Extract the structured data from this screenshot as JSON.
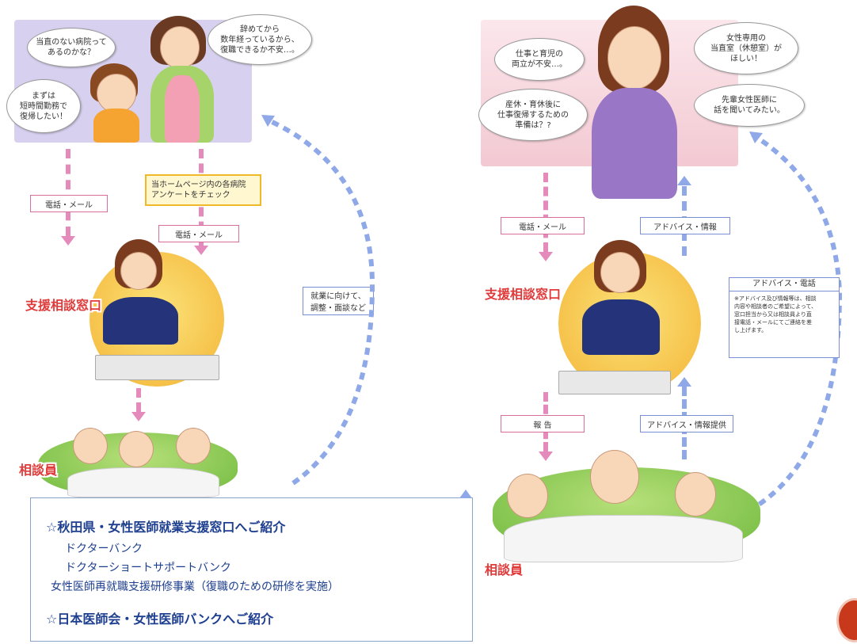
{
  "left": {
    "bubbles": {
      "hospital": "当直のない病院って\nあるのかな？",
      "years": "辞めてから\n数年経っているから、\n復職できるか不安…。",
      "short": "まずは\n短時間勤務で\n復帰したい！"
    },
    "tags": {
      "phone_mail_1": "電話・メール",
      "check": "当ホームページ内の各病院\nアンケートをチェック",
      "phone_mail_2": "電話・メール",
      "employment": "就業に向けて、\n調整・面談など"
    },
    "window_label": "支援相談窓口",
    "counselor_label": "相談員"
  },
  "right": {
    "bubbles": {
      "childcare": "仕事と育児の\n両立が不安…。",
      "room": "女性専用の\n当直室（休憩室）が\nほしい！",
      "leave": "産休・育休後に\n仕事復帰するための\n準備は？?",
      "senior": "先輩女性医師に\n話を聞いてみたい。"
    },
    "tags": {
      "phone_mail": "電話・メール",
      "advice_info": "アドバイス・情報",
      "report": "報 告",
      "advice_provide": "アドバイス・情報提供"
    },
    "advice_box": {
      "title": "アドバイス・電話",
      "body": "※アドバイス及び情報等は、相談\n内容や相談者のご希望によって、\n窓口担当から又は相談員より直\n接電話・メールにてご連絡を差\nし上げます。"
    },
    "window_label": "支援相談窓口",
    "counselor_label": "相談員"
  },
  "note": {
    "heading1": "☆秋田県・女性医師就業支援窓口へご紹介",
    "items": [
      "ドクターバンク",
      "ドクターショートサポートバンク",
      "女性医師再就職支援研修事業（復職のための研修を実施）"
    ],
    "heading2": "☆日本医師会・女性医師バンクへご紹介"
  },
  "colors": {
    "pink_flow": "#e48bbc",
    "blue_flow": "#8ea8e8",
    "label_red": "#e03a3a",
    "note_blue": "#1e3f8f"
  }
}
